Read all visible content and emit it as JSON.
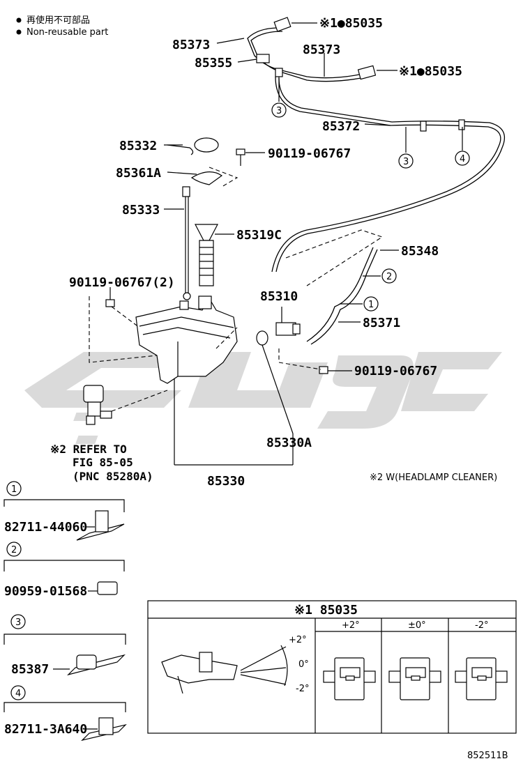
{
  "legend": {
    "line1": "再使用不可部品",
    "line2": "Non-reusable part"
  },
  "labels": {
    "p85373a": "85373",
    "p85355": "85355",
    "p85035a": "※1●85035",
    "p85373b": "85373",
    "p85035b": "※1●85035",
    "p85372": "85372",
    "p85332": "85332",
    "p90119a": "90119-06767",
    "p85361a": "85361A",
    "p85333": "85333",
    "p85319c": "85319C",
    "p85348": "85348",
    "p90119b": "90119-06767(2)",
    "p85310": "85310",
    "p85371": "85371",
    "p90119c": "90119-06767",
    "p85330a": "85330A",
    "p85330": "85330",
    "refer1": "※2 REFER TO",
    "refer2": "FIG 85-05",
    "refer3": "(PNC 85280A)",
    "note2": "※2 W(HEADLAMP CLEANER)",
    "c1": "1",
    "c2": "2",
    "c3": "3",
    "c4": "4"
  },
  "clamps": [
    {
      "num": "1",
      "part": "82711-44060"
    },
    {
      "num": "2",
      "part": "90959-01568"
    },
    {
      "num": "3",
      "part": "85387"
    },
    {
      "num": "4",
      "part": "82711-3A640"
    }
  ],
  "inset": {
    "title": "※1 85035",
    "angle_top": "+2°",
    "angle_mid": "0°",
    "angle_bot": "-2°",
    "col1": "+2°",
    "col2": "±0°",
    "col3": "-2°"
  },
  "figure_code": "852511B"
}
